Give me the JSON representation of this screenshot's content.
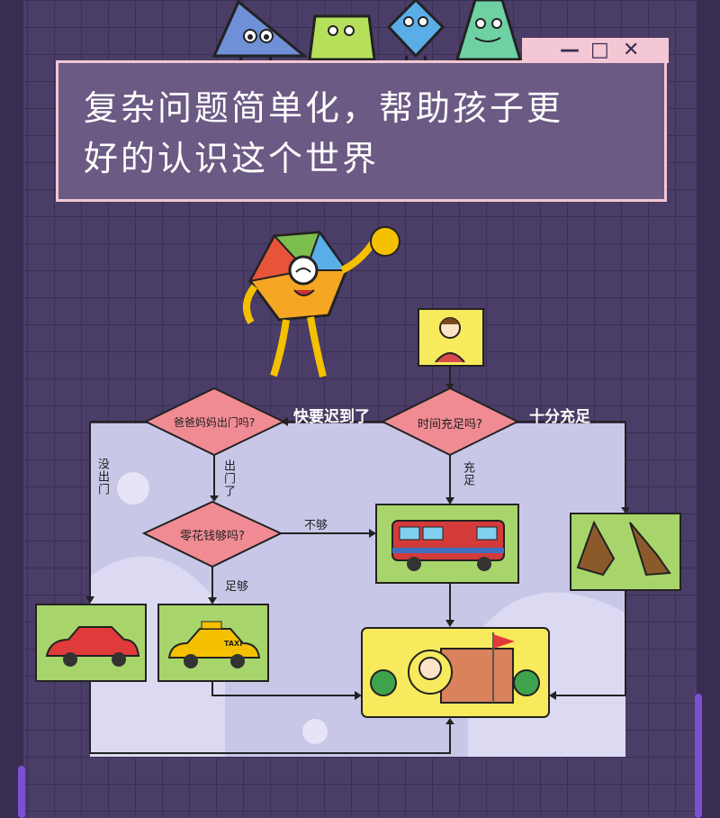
{
  "window": {
    "controls": [
      "—",
      "□",
      "✕"
    ],
    "title_line1": "复杂问题简单化，帮助孩子更",
    "title_line2": "好的认识这个世界"
  },
  "flowchart": {
    "decision_time": "时间充足吗?",
    "decision_parents": "爸爸妈妈出门吗?",
    "decision_money": "零花钱够吗?",
    "label_late": "快要迟到了",
    "label_plenty": "十分充足",
    "label_enough_time": "充足",
    "label_out": "出门了",
    "label_not_out": "没出门",
    "label_not_enough": "不够",
    "label_enough_money": "足够",
    "taxi_sign": "TAXI"
  },
  "colors": {
    "background": "#4a3d67",
    "title_border": "#f4c7d4",
    "diamond_fill": "#f08b93",
    "panel_fill": "#c9c7e8",
    "box_fill": "#a8d56b",
    "school_fill": "#f7ea5c"
  }
}
